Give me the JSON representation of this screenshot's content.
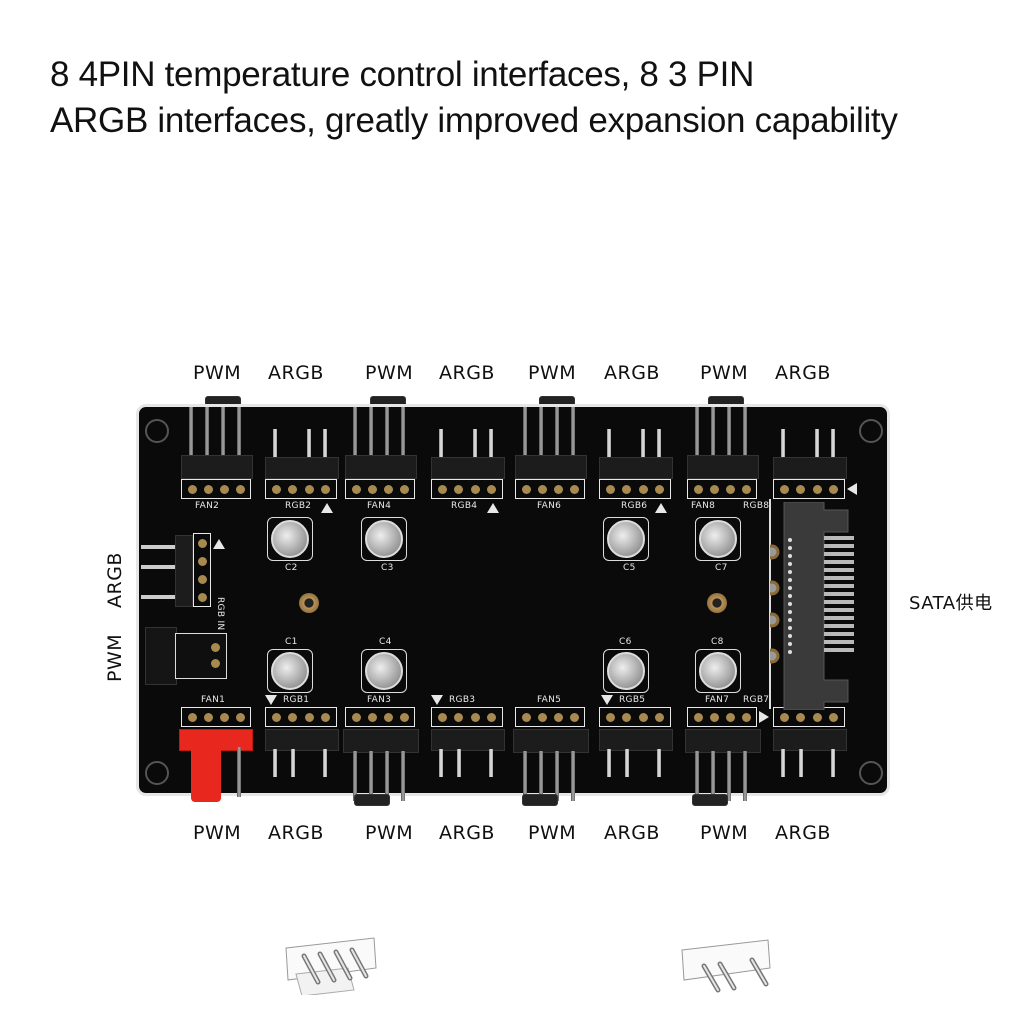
{
  "headline": {
    "line1": "8 4PIN temperature control interfaces, 8 3 PIN",
    "line2": "ARGB interfaces, greatly improved expansion capability"
  },
  "top_labels": [
    "PWM",
    "ARGB",
    "PWM",
    "ARGB",
    "PWM",
    "ARGB",
    "PWM",
    "ARGB"
  ],
  "bottom_labels": [
    "PWM",
    "ARGB",
    "PWM",
    "ARGB",
    "PWM",
    "ARGB",
    "PWM",
    "ARGB"
  ],
  "side_labels": {
    "argb": "ARGB",
    "pwm": "PWM"
  },
  "sata_label": "SATA供电",
  "pcb": {
    "top_silk": [
      "FAN2",
      "RGB2",
      "FAN4",
      "RGB4",
      "FAN6",
      "RGB6",
      "FAN8",
      "RGB8"
    ],
    "bottom_silk": [
      "FAN1",
      "RGB1",
      "FAN3",
      "RGB3",
      "FAN5",
      "RGB5",
      "FAN7",
      "RGB7"
    ],
    "rgb_in": "RGB IN",
    "caps_top": [
      "C2",
      "C3",
      "C5",
      "C7"
    ],
    "caps_bottom": [
      "C1",
      "C4",
      "C6",
      "C8"
    ]
  },
  "colors": {
    "board": "#0a0a0a",
    "red_connector": "#e8281e",
    "silk": "#e8e8e8",
    "pad": "#a8894f"
  }
}
